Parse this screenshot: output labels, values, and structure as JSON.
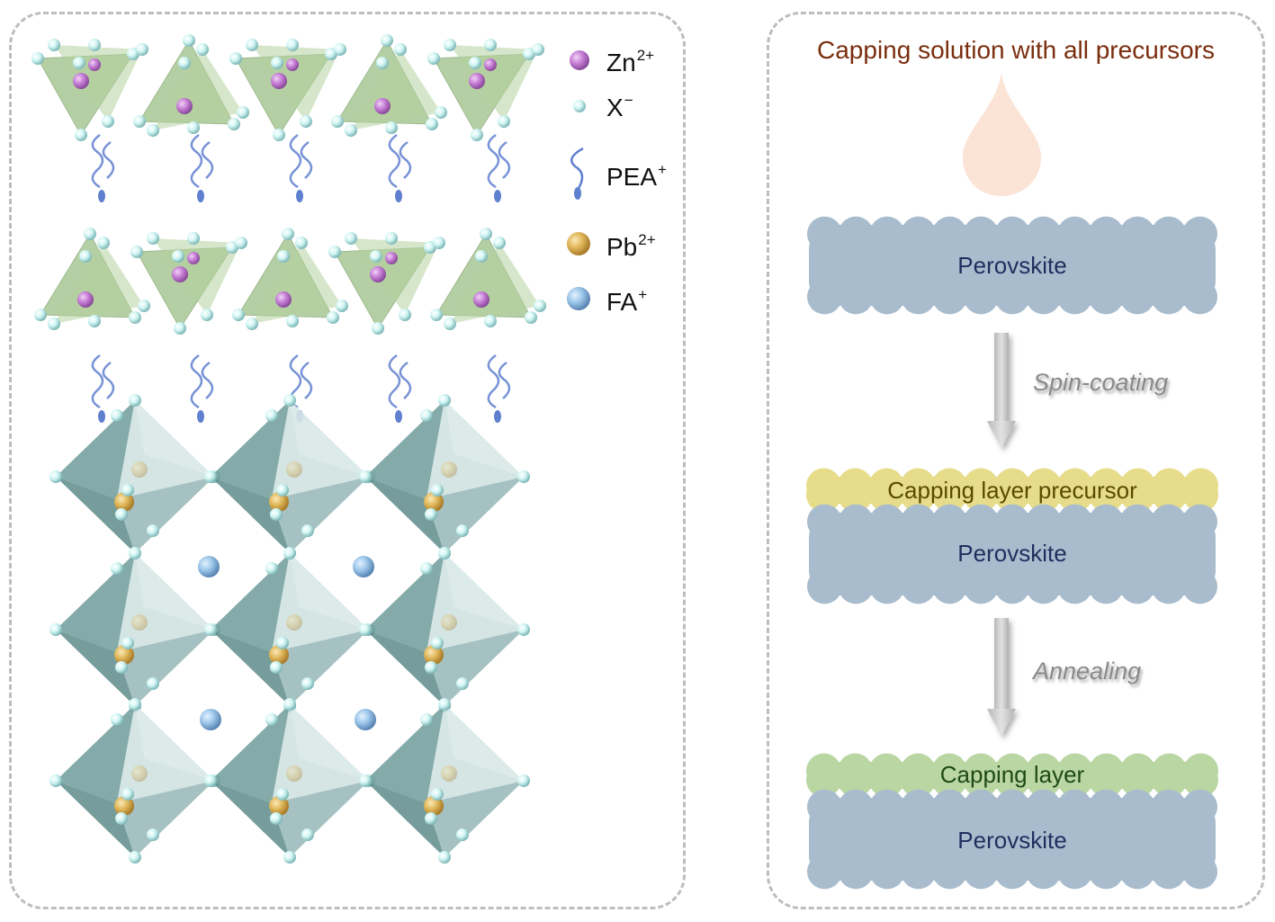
{
  "figure": {
    "left_panel": {
      "description": "Crystal structure: Zn-halide tetrahedra layers separated by PEA+ cations on top of Pb-halide perovskite octahedra with FA+ cations",
      "legend": [
        {
          "symbol": "Zn",
          "charge": "2+",
          "color": "#c77fd6",
          "icon": "zn-sphere-icon"
        },
        {
          "symbol": "X",
          "charge": "−",
          "color": "#bff0ee",
          "icon": "halide-sphere-icon"
        },
        {
          "symbol": "PEA",
          "charge": "+",
          "color": "#6a86d0",
          "icon": "pea-chain-icon"
        },
        {
          "symbol": "Pb",
          "charge": "2+",
          "color": "#e0b75a",
          "icon": "pb-sphere-icon"
        },
        {
          "symbol": "FA",
          "charge": "+",
          "color": "#8fbce6",
          "icon": "fa-sphere-icon"
        }
      ],
      "colors": {
        "tetrahedron": "#9cbf85",
        "octahedron": "#6f9c9a",
        "halide": "#c8f3f1",
        "zn": "#c77fd6",
        "pb": "#e0b75a",
        "fa": "#8fbce6",
        "pea": "#5f7fcf"
      }
    },
    "right_panel": {
      "title": "Capping solution with all precursors",
      "steps": [
        {
          "label": "Spin-coating"
        },
        {
          "label": "Annealing"
        }
      ],
      "stages": [
        {
          "base_label": "Perovskite",
          "top_label": null
        },
        {
          "base_label": "Perovskite",
          "top_label": "Capping layer precursor"
        },
        {
          "base_label": "Perovskite",
          "top_label": "Capping layer"
        }
      ],
      "colors": {
        "title": "#7a2e0e",
        "droplet": "#fbe3d6",
        "perovskite": "#a9bccd",
        "precursor": "#e6dc8a",
        "capping": "#b9d6a3",
        "arrow": "#c8c8c8"
      }
    }
  }
}
